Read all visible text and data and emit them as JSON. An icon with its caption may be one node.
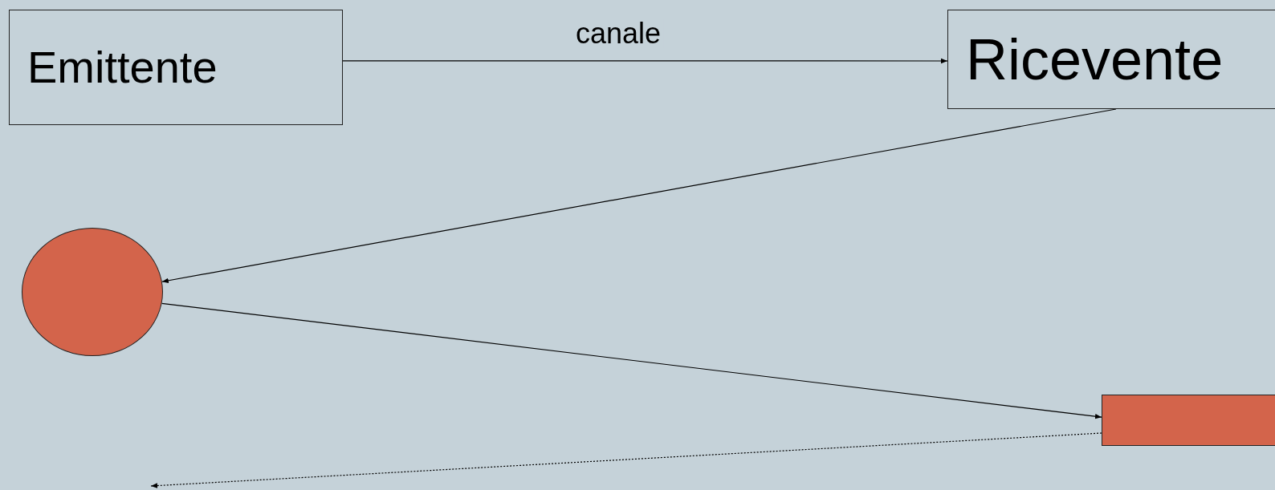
{
  "diagram": {
    "nodes": [
      {
        "text": [
          "Emittente"
        ]
      },
      {
        "text": [
          "Ricevente"
        ]
      },
      {
        "text": [],
        "shape": "circle"
      },
      {
        "text": [],
        "shape": "bar"
      }
    ],
    "edges": [
      {
        "from": 0,
        "to": 1,
        "arrow": "to",
        "label": "canale"
      },
      {
        "from": 1,
        "to": 2,
        "arrow": "to"
      },
      {
        "from": 2,
        "to": 3,
        "arrow": "to"
      },
      {
        "from": 3,
        "to": null,
        "arrow": "to",
        "style": "dashed"
      }
    ]
  }
}
